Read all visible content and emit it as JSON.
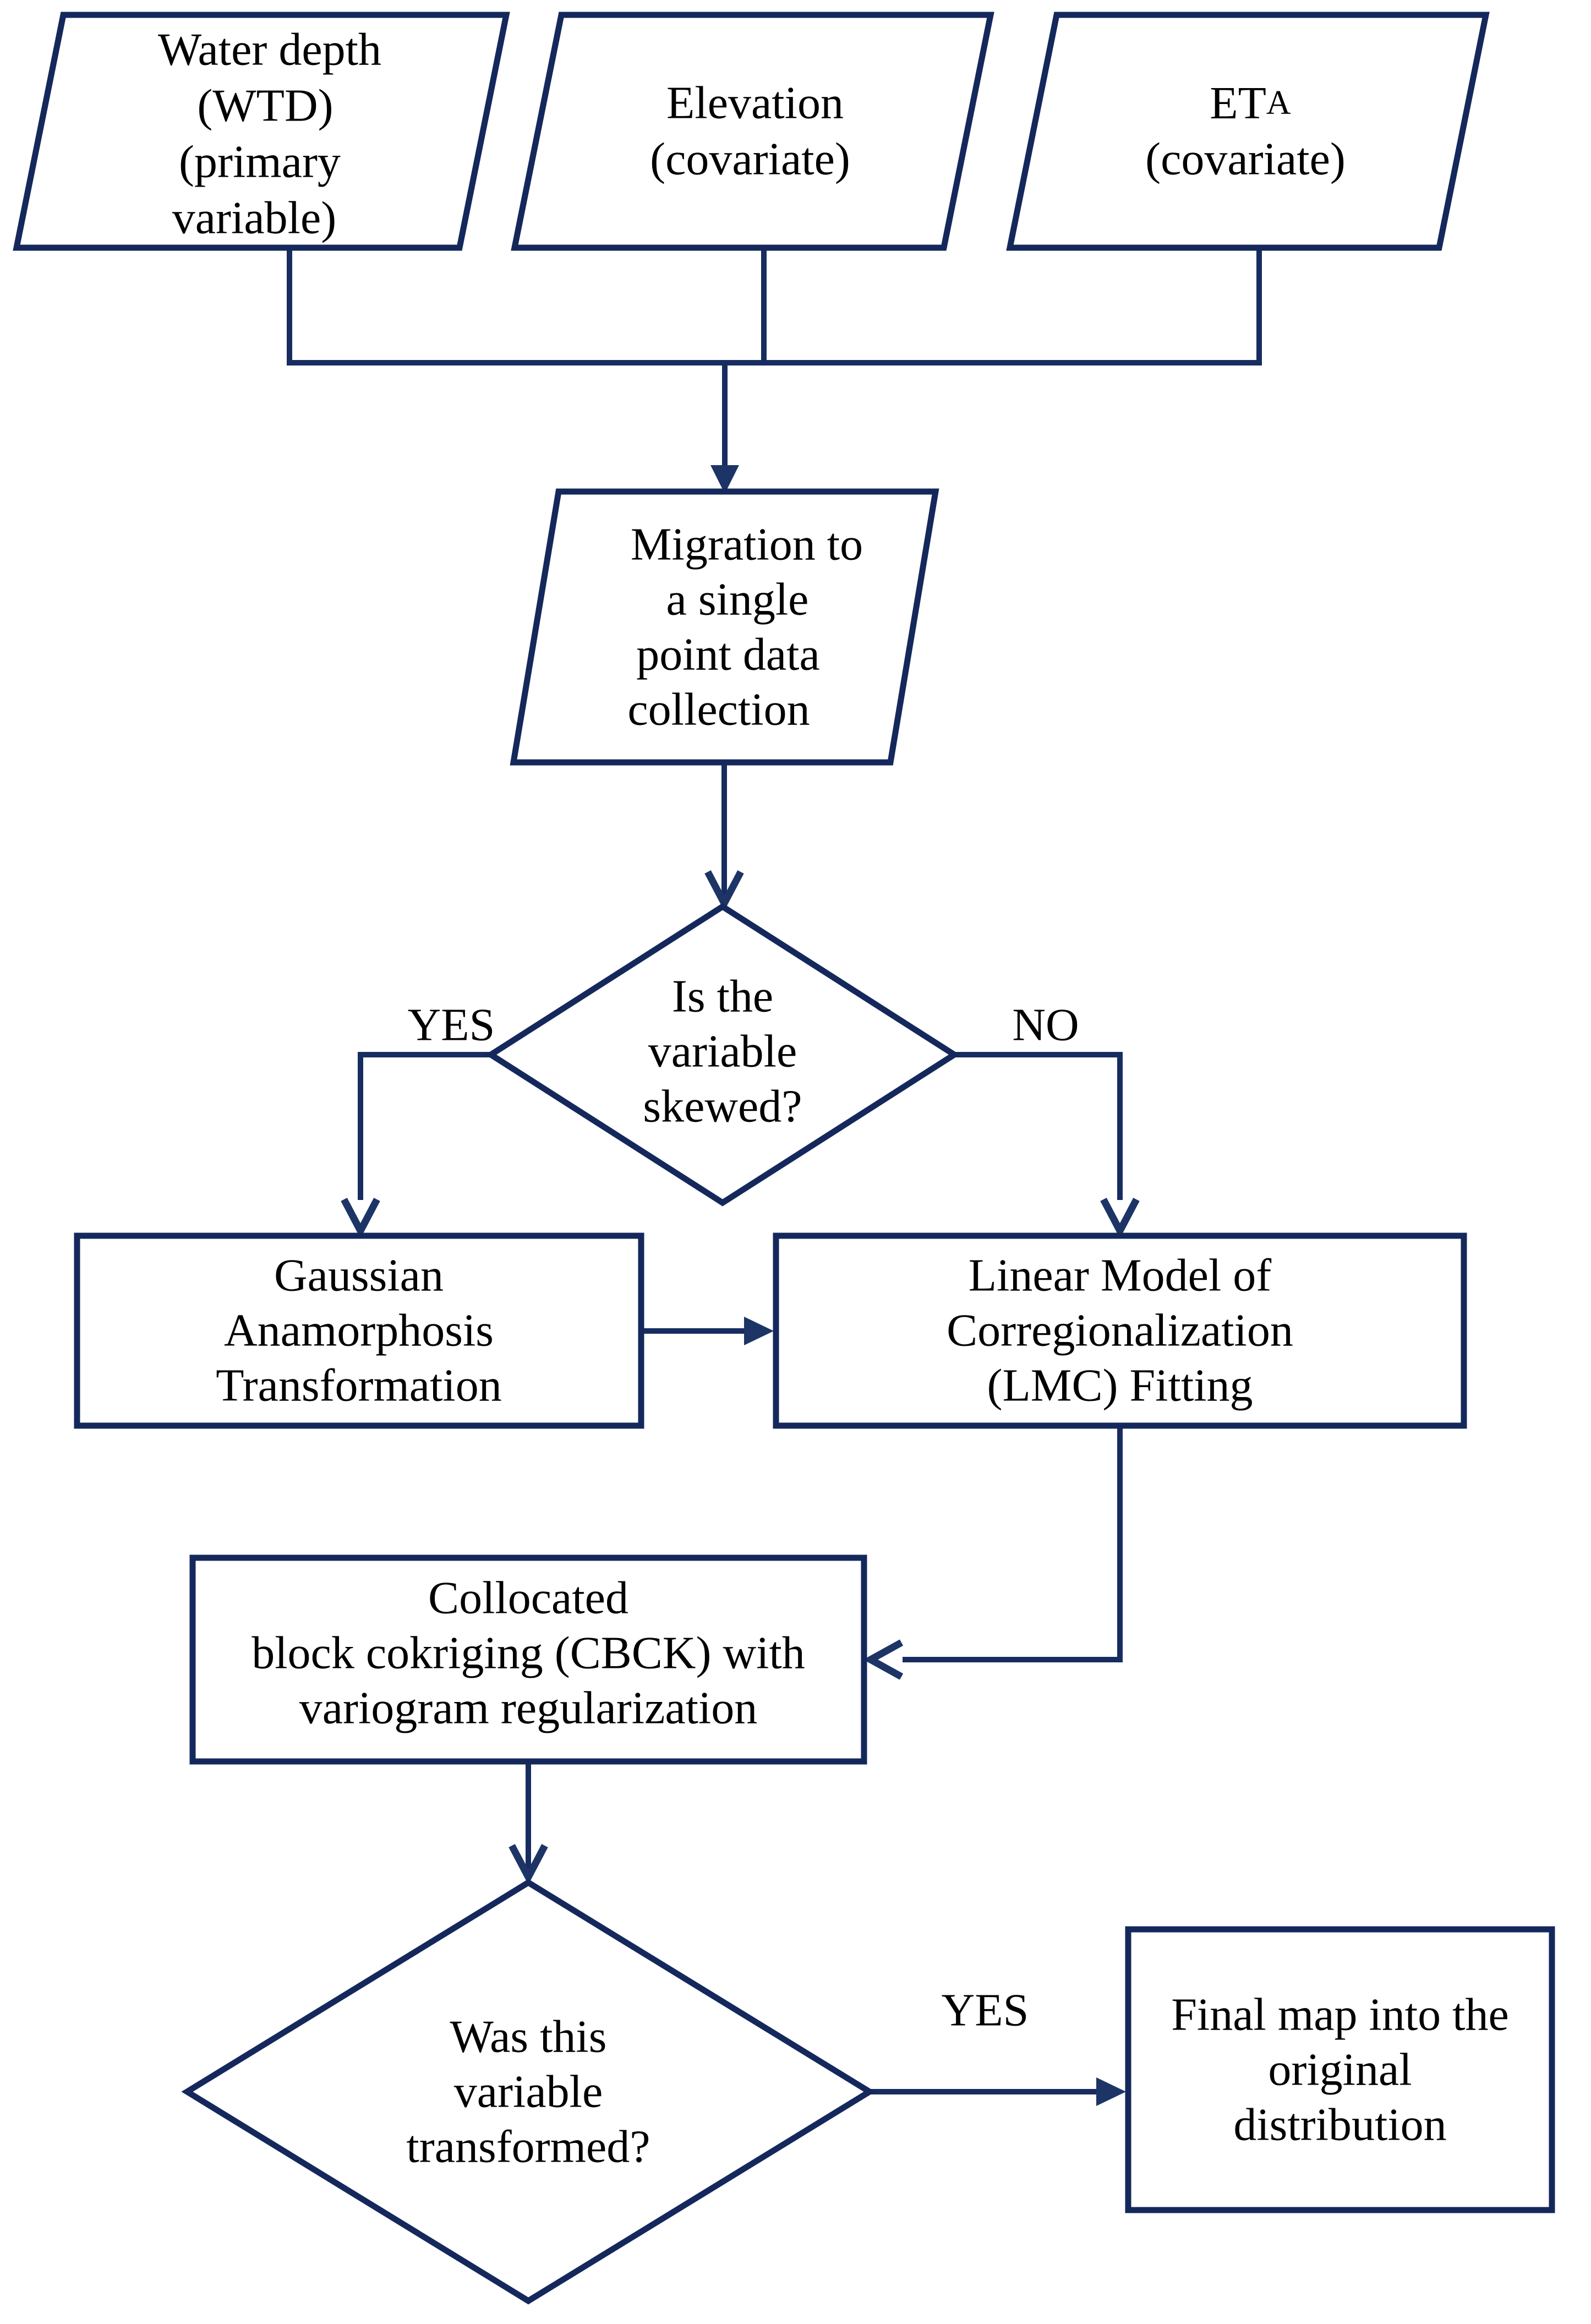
{
  "palette": {
    "background": "#ffffff",
    "shape_border": "#14285c",
    "connector_line": "#172c60",
    "arrowhead": "#1c3566",
    "label_text": "#000000"
  },
  "flowchart": {
    "nodes": {
      "wtd": {
        "type": "parallelogram-input",
        "lines": [
          "Water depth",
          "(WTD)",
          "(primary",
          "variable)"
        ]
      },
      "elevation": {
        "type": "parallelogram-input",
        "lines": [
          "Elevation",
          "(covariate)"
        ]
      },
      "eta": {
        "type": "parallelogram-input",
        "line1_main": "ET",
        "line1_sub": "A",
        "line2": "(covariate)"
      },
      "migration": {
        "type": "parallelogram-process",
        "lines": [
          "Migration to",
          "a single",
          "point data",
          "collection"
        ]
      },
      "skew_decision": {
        "type": "decision-diamond",
        "lines": [
          "Is the",
          "variable",
          "skewed?"
        ]
      },
      "gaussian": {
        "type": "process-rectangle",
        "lines": [
          "Gaussian",
          "Anamorphosis",
          "Transformation"
        ]
      },
      "lmc": {
        "type": "process-rectangle",
        "lines": [
          "Linear Model of",
          "Corregionalization",
          "(LMC) Fitting"
        ]
      },
      "cbck": {
        "type": "process-rectangle",
        "lines": [
          "Collocated",
          "block cokriging (CBCK) with",
          "variogram regularization"
        ]
      },
      "transform_decision": {
        "type": "decision-diamond",
        "lines": [
          "Was this",
          "variable",
          "transformed?"
        ]
      },
      "final_map": {
        "type": "process-rectangle",
        "lines": [
          "Final map into the",
          "original",
          "distribution"
        ]
      }
    },
    "edge_labels": {
      "skew_yes": "YES",
      "skew_no": "NO",
      "transform_yes": "YES"
    }
  }
}
